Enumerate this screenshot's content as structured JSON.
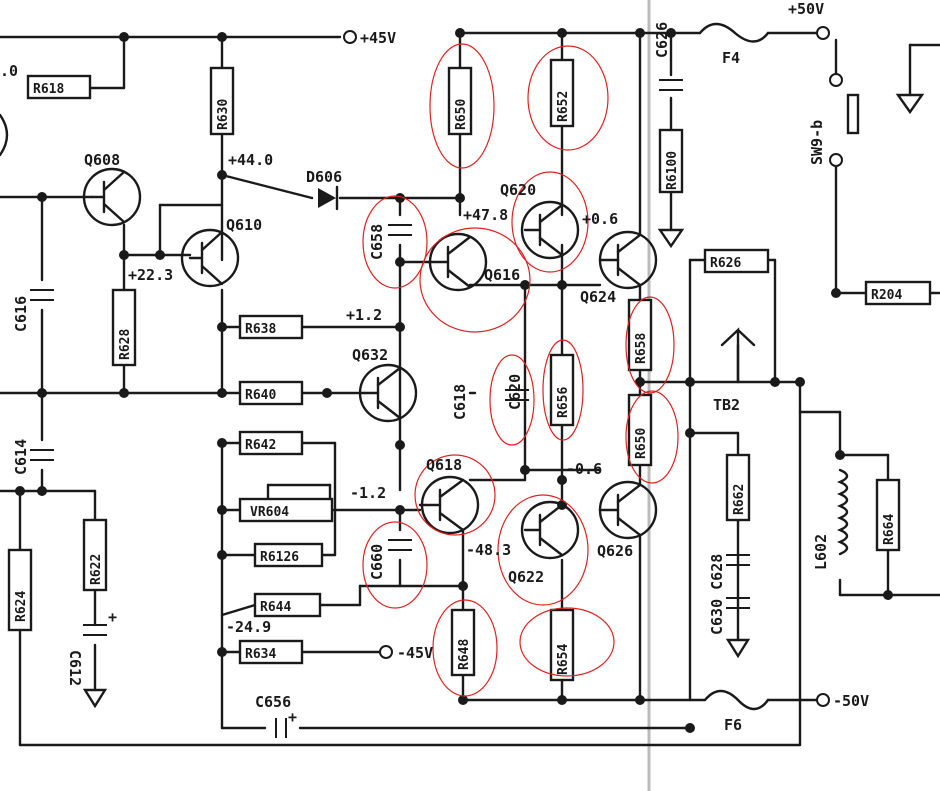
{
  "rails": {
    "pos45_top": "+45V",
    "pos50": "+50V",
    "neg45": "-45V",
    "neg50": "-50V"
  },
  "voltages": {
    "v_44": "+44.0",
    "v_22": "+22.3",
    "v_47": "+47.8",
    "v_06p": "+0.6",
    "v_12p": "+1.2",
    "v_06n": "-0.6",
    "v_12n": "-1.2",
    "v_483": "-48.3",
    "v_249": "-24.9",
    "v_edge": ".0"
  },
  "resistors": {
    "r618": "R618",
    "r630": "R630",
    "r650a": "R650",
    "r652": "R652",
    "r6100": "R6100",
    "r626": "R626",
    "r204": "R204",
    "r628": "R628",
    "r638": "R638",
    "r640": "R640",
    "r642": "R642",
    "vr604": "VR604",
    "r6126": "R6126",
    "r644": "R644",
    "r634": "R634",
    "r656": "R656",
    "r658": "R658",
    "r650b": "R650",
    "r662": "R662",
    "r664": "R664",
    "r624": "R624",
    "r622": "R622",
    "r648": "R648",
    "r654": "R654"
  },
  "transistors": {
    "q608": "Q608",
    "q610": "Q610",
    "q620": "Q620",
    "q616": "Q616",
    "q624": "Q624",
    "q632": "Q632",
    "q618": "Q618",
    "q622": "Q622",
    "q626": "Q626"
  },
  "capacitors": {
    "c616": "C616",
    "c614": "C614",
    "c612": "C612",
    "c658": "C658",
    "c618": "C618",
    "c620": "C620",
    "c660": "C660",
    "c656": "C656",
    "c626": "C626",
    "c630_628": "C630 C628"
  },
  "misc": {
    "d606": "D606",
    "f4": "F4",
    "f6": "F6",
    "sw9b": "SW9-b",
    "tb2": "TB2",
    "l602": "L602",
    "plus1": "+",
    "plus2": "+"
  }
}
